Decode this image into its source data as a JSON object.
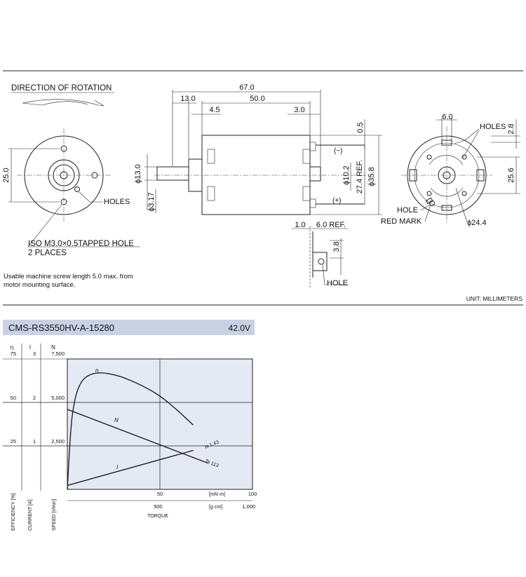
{
  "drawing": {
    "direction_label": "DIRECTION OF ROTATION",
    "dims": {
      "d67": "67.0",
      "d13": "13.0",
      "d50": "50.0",
      "d45": "4.5",
      "d30": "3.0",
      "d05": "0.5",
      "phi102": "ϕ10.2",
      "ref274": "27.4 REF.",
      "phi358": "ϕ35.8",
      "phi13": "ϕ13.0",
      "phi317": "ϕ3.17",
      "d25": "25.0",
      "d6": "6.0",
      "d28": "2.8",
      "d256": "25.6",
      "phi244": "ϕ24.4",
      "d10": "1.0",
      "ref6": "6.0 REF.",
      "d38": "3.8"
    },
    "terminal_minus": "(−)",
    "terminal_plus": "(+)",
    "holes_left": "HOLES",
    "holes_right": "HOLES",
    "hole_right": "HOLE",
    "red_mark": "RED MARK",
    "hole_terminal": "HOLE",
    "iso_line1": "ISO M3.0×0.5TAPPED HOLE",
    "iso_line2": "2 PLACES",
    "note_line1": "Usable machine screw length 5.0 max. from",
    "note_line2": "motor mounting surface.",
    "unit": "UNIT: MILLIMETERS"
  },
  "model": {
    "name": "CMS-RS3550HV-A-15280",
    "voltage": "42.0V"
  },
  "axes_header": {
    "eta": "η",
    "current": "I",
    "speed": "N"
  },
  "chart_data": {
    "type": "line",
    "x_torque_mNm": [
      0,
      100
    ],
    "x_ticks_mNm": [
      "50",
      "100"
    ],
    "x_unit_mNm": "[mN·m]",
    "x_ticks_gcm": [
      "500",
      "1,000"
    ],
    "x_unit_gcm": "[g·cm]",
    "xlabel": "TORQUE",
    "efficiency_ticks": [
      "75",
      "50",
      "25"
    ],
    "current_ticks": [
      "3",
      "2",
      "1"
    ],
    "speed_ticks": [
      "7,500",
      "5,000",
      "2,500"
    ],
    "ylabel_efficiency": "EFFICIENCY [%]",
    "ylabel_current": "CURRENT [A]",
    "ylabel_speed": "SPEED [r/min]",
    "ylim_speed": [
      0,
      7500
    ],
    "ylim_current": [
      0,
      3
    ],
    "ylim_efficiency": [
      0,
      75
    ],
    "series": [
      {
        "name": "η",
        "axis": "efficiency",
        "color": "#222222",
        "x": [
          0,
          1,
          2,
          3,
          5,
          8,
          12,
          16,
          20,
          25,
          30,
          40,
          50,
          60,
          68
        ],
        "y": [
          0,
          20,
          36,
          46,
          56,
          63,
          66,
          67,
          67,
          66,
          64.5,
          60,
          54,
          45,
          37
        ]
      },
      {
        "name": "N",
        "axis": "speed",
        "color": "#222222",
        "x": [
          0,
          113
        ],
        "y": [
          4600,
          0
        ]
      },
      {
        "name": "I",
        "axis": "current",
        "color": "#222222",
        "x": [
          0,
          113
        ],
        "y": [
          0.09,
          1.43
        ]
      }
    ],
    "annotations": {
      "is": "Is 1.43",
      "ts": "Ts 113"
    },
    "grid": true
  }
}
